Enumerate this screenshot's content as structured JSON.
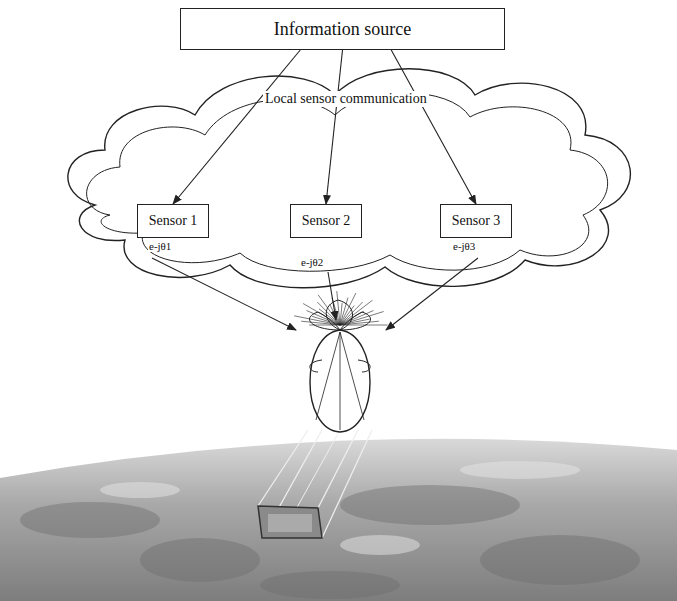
{
  "diagram": {
    "nodes": [
      {
        "text": [
          "Information source"
        ]
      },
      {
        "text": [
          "Local sensor communication"
        ]
      },
      {
        "text": [
          "Sensor 1"
        ],
        "in": 1
      },
      {
        "text": [
          "Sensor 2"
        ],
        "in": 1
      },
      {
        "text": [
          "Sensor 3"
        ],
        "in": 1
      }
    ],
    "edges": [
      {
        "from": 0,
        "to": 2,
        "arrow": "to"
      },
      {
        "from": 0,
        "to": 3,
        "arrow": "to"
      },
      {
        "from": 0,
        "to": 4,
        "arrow": "to"
      }
    ],
    "labels": [
      "e-jθ1",
      "e-jθ2",
      "e-jθ3"
    ]
  }
}
